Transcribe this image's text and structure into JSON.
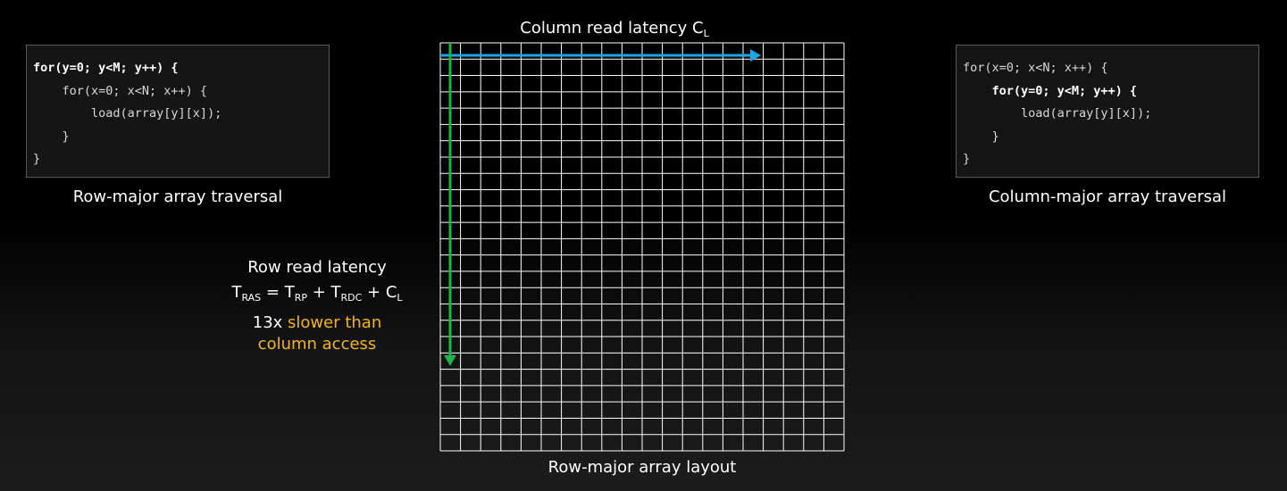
{
  "left_panel": {
    "code_lines": [
      {
        "text": "for(y=0; y<M; y++) {",
        "bold": true
      },
      {
        "text": "    for(x=0; x<N; x++) {",
        "bold": false
      },
      {
        "text": "        load(array[y][x]);",
        "bold": false
      },
      {
        "text": "    }",
        "bold": false
      },
      {
        "text": "}",
        "bold": false
      }
    ],
    "caption": "Row-major array traversal"
  },
  "right_panel": {
    "code_lines": [
      {
        "text": "for(x=0; x<N; x++) {",
        "bold": false
      },
      {
        "text": "    for(y=0; y<M; y++) {",
        "bold": true
      },
      {
        "text": "        load(array[y][x]);",
        "bold": false
      },
      {
        "text": "    }",
        "bold": false
      },
      {
        "text": "}",
        "bold": false
      }
    ],
    "caption": "Column-major array traversal"
  },
  "grid": {
    "columns": 20,
    "rows": 25,
    "caption": "Row-major array layout",
    "grid_line_color": "#ffffff",
    "column_arrow_color": "#1ea7e6",
    "row_arrow_color": "#21b24a"
  },
  "column_latency": {
    "text": "Column read latency C",
    "sub": "L"
  },
  "row_latency": {
    "line1": "Row read latency",
    "formula": {
      "t1": "T",
      "s1": "RAS",
      "t2": " = T",
      "s2": "RP",
      "t3": " + T",
      "s3": "RDC",
      "t4": " + C",
      "s4": "L"
    },
    "slow_prefix": "13x",
    "slow_suffix": " slower than",
    "slow_line2": "column access"
  },
  "colors": {
    "accent_orange": "#f4b519",
    "code_bg": "#151515",
    "code_border": "#5a5a5a"
  }
}
